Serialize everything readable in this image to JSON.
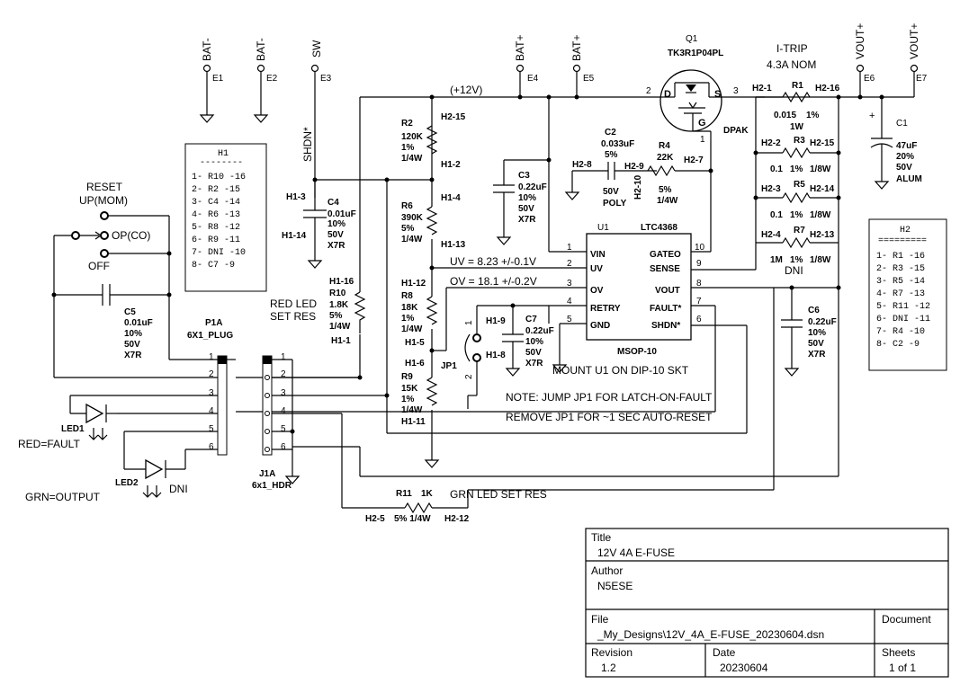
{
  "terminals": [
    {
      "name": "BAT-",
      "ref": "E1"
    },
    {
      "name": "BAT-",
      "ref": "E2"
    },
    {
      "name": "SW",
      "ref": "E3"
    },
    {
      "name": "BAT+",
      "ref": "E4"
    },
    {
      "name": "BAT+",
      "ref": "E5"
    },
    {
      "name": "VOUT+",
      "ref": "E6"
    },
    {
      "name": "VOUT+",
      "ref": "E7"
    }
  ],
  "net_12v": "(+12V)",
  "shdn": "SHDN*",
  "q1": {
    "ref": "Q1",
    "part": "TK3R1P04PL",
    "pkg": "DPAK",
    "pin_d": "D",
    "pin_s": "S",
    "pin_g": "G",
    "p1": "1",
    "p2": "2",
    "p3": "3"
  },
  "itrip": {
    "title": "I-TRIP",
    "value": "4.3A NOM"
  },
  "r1": {
    "h_left": "H2-1",
    "h_right": "H2-16",
    "ref": "R1",
    "v1": "0.015",
    "v2": "1%",
    "v3": "1W"
  },
  "r3": {
    "h_left": "H2-2",
    "ref": "R3",
    "h_right": "H2-15",
    "v1": "0.1",
    "v2": "1%",
    "v3": "1/8W"
  },
  "r5": {
    "h_left": "H2-3",
    "ref": "R5",
    "h_right": "H2-14",
    "v1": "0.1",
    "v2": "1%",
    "v3": "1/8W"
  },
  "r7": {
    "h_left": "H2-4",
    "ref": "R7",
    "h_right": "H2-13",
    "v1": "1M",
    "v2": "1%",
    "v3": "1/8W",
    "dni": "DNI"
  },
  "c1": {
    "ref": "C1",
    "v": [
      "47uF",
      "20%",
      "50V",
      "ALUM"
    ]
  },
  "r2": {
    "ref": "R2",
    "h_top": "H2-15",
    "h_bot": "H1-2",
    "v": [
      "120K",
      "1%",
      "1/4W"
    ]
  },
  "r6": {
    "ref": "R6",
    "h_top": "H1-4",
    "h_bot": "H1-13",
    "v": [
      "390K",
      "5%",
      "1/4W"
    ]
  },
  "r8": {
    "ref": "R8",
    "h_top": "H1-12",
    "h_bot": "H1-5",
    "v": [
      "18K",
      "1%",
      "1/4W"
    ]
  },
  "r9": {
    "ref": "R9",
    "h_top": "H1-6",
    "h_bot": "H1-11",
    "v": [
      "15K",
      "1%",
      "1/4W"
    ]
  },
  "r10": {
    "ref": "R10",
    "h_top": "H1-16",
    "h_bot": "H1-1",
    "v": [
      "1.8K",
      "5%",
      "1/4W"
    ],
    "note1": "RED LED",
    "note2": "SET RES"
  },
  "c4": {
    "ref": "C4",
    "h_top": "H1-3",
    "h_bot": "H1-14",
    "v": [
      "0.01uF",
      "10%",
      "50V",
      "X7R"
    ]
  },
  "c3": {
    "ref": "C3",
    "v": [
      "0.22uF",
      "10%",
      "50V",
      "X7R"
    ]
  },
  "c2": {
    "ref": "C2",
    "h_left": "H2-8",
    "v": [
      "0.033uF",
      "5%"
    ],
    "v2": [
      "50V",
      "POLY"
    ]
  },
  "r4": {
    "ref": "R4",
    "h_left": "H2-9",
    "h_mid": "H2-10",
    "h_right": "H2-7",
    "v": [
      "22K",
      "5%",
      "1/4W"
    ]
  },
  "c6": {
    "ref": "C6",
    "v": [
      "0.22uF",
      "10%",
      "50V",
      "X7R"
    ]
  },
  "c7": {
    "ref": "C7",
    "h_left": "H1-9",
    "h_bot": "H1-8",
    "v": [
      "0.22uF",
      "10%",
      "50V",
      "X7R"
    ]
  },
  "c5": {
    "ref": "C5",
    "v": [
      "0.01uF",
      "10%",
      "50V",
      "X7R"
    ]
  },
  "r11": {
    "ref": "R11",
    "value": "1K",
    "h_left": "H2-5",
    "h_right": "H2-12",
    "v": "5%  1/4W",
    "note": "GRN LED SET RES"
  },
  "u1": {
    "ref": "U1",
    "part": "LTC4368",
    "pkg": "MSOP-10",
    "left_pins": [
      {
        "n": "1",
        "name": "VIN"
      },
      {
        "n": "2",
        "name": "UV"
      },
      {
        "n": "3",
        "name": "OV"
      },
      {
        "n": "4",
        "name": "RETRY"
      },
      {
        "n": "5",
        "name": "GND"
      }
    ],
    "right_pins": [
      {
        "n": "10",
        "name": "GATEO"
      },
      {
        "n": "9",
        "name": "SENSE"
      },
      {
        "n": "8",
        "name": "VOUT"
      },
      {
        "n": "7",
        "name": "FAULT*"
      },
      {
        "n": "6",
        "name": "SHDN*"
      }
    ],
    "uv": "UV = 8.23 +/-0.1V",
    "ov": "OV = 18.1 +/-0.2V",
    "mount": "MOUNT U1 ON DIP-10 SKT"
  },
  "jp1": {
    "ref": "JP1",
    "p1": "1",
    "p2": "2",
    "note1": "NOTE: JUMP JP1 FOR LATCH-ON-FAULT",
    "note2": "REMOVE JP1 FOR ~1 SEC AUTO-RESET"
  },
  "switch": {
    "reset": "RESET",
    "up": "UP(MOM)",
    "op": "OP(CO)",
    "off": "OFF"
  },
  "p1a": {
    "ref": "P1A",
    "type": "6X1_PLUG",
    "pins": [
      "1",
      "2",
      "3",
      "4",
      "5",
      "6"
    ]
  },
  "j1a": {
    "ref": "J1A",
    "type": "6x1_HDR",
    "pins": [
      "1",
      "2",
      "3",
      "4",
      "5",
      "6"
    ]
  },
  "led1": {
    "ref": "LED1",
    "label": "RED=FAULT"
  },
  "led2": {
    "ref": "LED2",
    "label": "GRN=OUTPUT",
    "dni": "DNI"
  },
  "h1_table": {
    "title": "H1",
    "sep": "--------",
    "rows": [
      "1- R10 -16",
      "2- R2  -15",
      "3- C4  -14",
      "4- R6  -13",
      "5- R8  -12",
      "6- R9  -11",
      "7- DNI -10",
      "8- C7  -9"
    ]
  },
  "h2_table": {
    "title": "H2",
    "sep": "=========",
    "rows": [
      "1- R1  -16",
      "2- R3  -15",
      "3- R5  -14",
      "4- R7  -13",
      "5- R11 -12",
      "6- DNI -11",
      "7- R4  -10",
      "8- C2  -9"
    ]
  },
  "title_block": {
    "title_label": "Title",
    "title": "12V 4A E-FUSE",
    "author_label": "Author",
    "author": "N5ESE",
    "file_label": "File",
    "file": "_My_Designs\\12V_4A_E-FUSE_20230604.dsn",
    "document_label": "Document",
    "revision_label": "Revision",
    "revision": "1.2",
    "date_label": "Date",
    "date": "20230604",
    "sheets_label": "Sheets",
    "sheets": "1 of 1"
  }
}
